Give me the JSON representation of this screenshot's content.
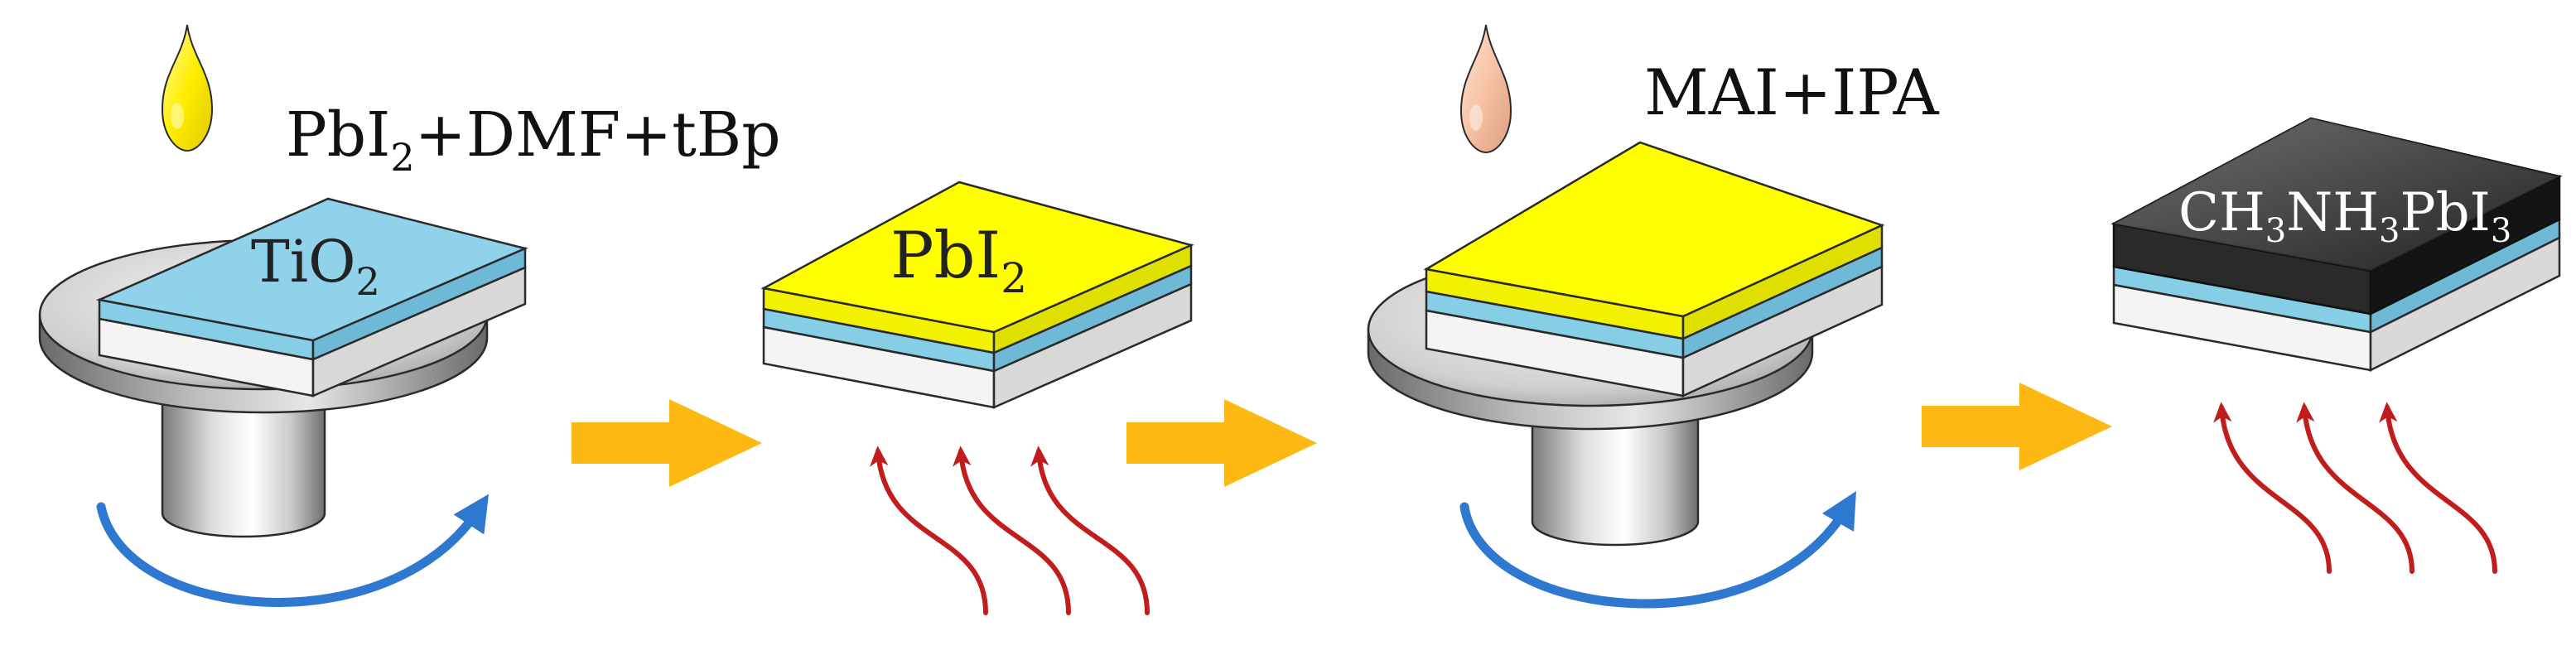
{
  "steps": [
    {
      "solution": {
        "main": "PbI",
        "sub": "2",
        "rest": "+DMF+tBp"
      },
      "layer_label": {
        "main": "TiO",
        "sub": "2",
        "tail": ""
      }
    },
    {
      "layer_label": {
        "main": "PbI",
        "sub": "2",
        "tail": ""
      }
    },
    {
      "solution": {
        "main": "MAI+IPA"
      }
    },
    {
      "layer_label": {
        "main": "CH",
        "sub1": "3",
        "mid1": "NH",
        "sub2": "3",
        "mid2": "PbI",
        "sub3": "3"
      }
    }
  ],
  "colors": {
    "tio2": "#86cde6",
    "pbi2": "#ffff00",
    "perovskite": "#1c1c1c",
    "substrate": "#f4f4f4",
    "droplet_1": "#ffee00",
    "droplet_2": "#f7c2a4",
    "process_arrow": "#fdb813",
    "rotation_arrow": "#2f78d0",
    "heat_arrow": "#c21d1d"
  },
  "icons": {
    "droplet": "droplet-icon",
    "rotation": "rotation-arrow-icon",
    "heat": "heat-wave-icon",
    "process": "process-arrow-icon"
  }
}
